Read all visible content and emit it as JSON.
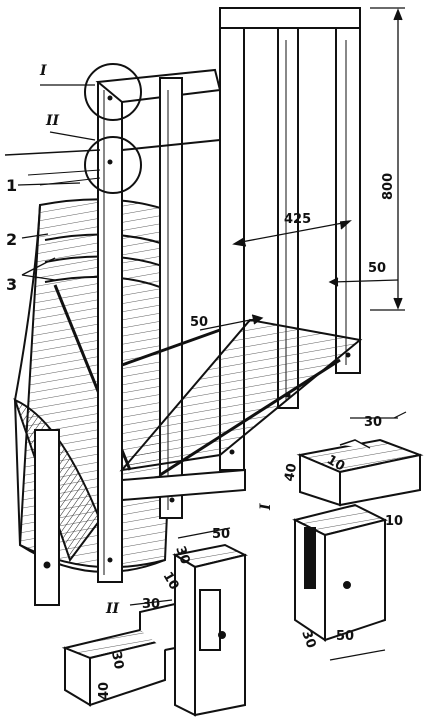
{
  "callouts": {
    "detail_I": "I",
    "detail_II": "II",
    "part_1": "1",
    "part_2": "2",
    "part_3": "3"
  },
  "dimensions": {
    "frame_height": "800",
    "frame_width": "425",
    "post_width_right": "50",
    "post_width_left": "50",
    "tenon_width_detail_I_left": "30",
    "tenon_side_detail_I_left": "40",
    "tenon_depth_detail_I_left": "10",
    "mortise_width_detail_I": "10",
    "post_depth_detail_I": "30",
    "post_width_detail_I": "50",
    "post_depth_detail_II": "30",
    "post_width_detail_II": "50",
    "mortise_depth_detail_II": "10",
    "tenon_length_detail_II": "30",
    "rail_depth_detail_II": "30",
    "rail_height_detail_II": "40"
  },
  "detail_labels": {
    "detail_I_lower": "I",
    "detail_II_lower": "II"
  },
  "colors": {
    "ink": "#111111",
    "paper": "#ffffff"
  }
}
